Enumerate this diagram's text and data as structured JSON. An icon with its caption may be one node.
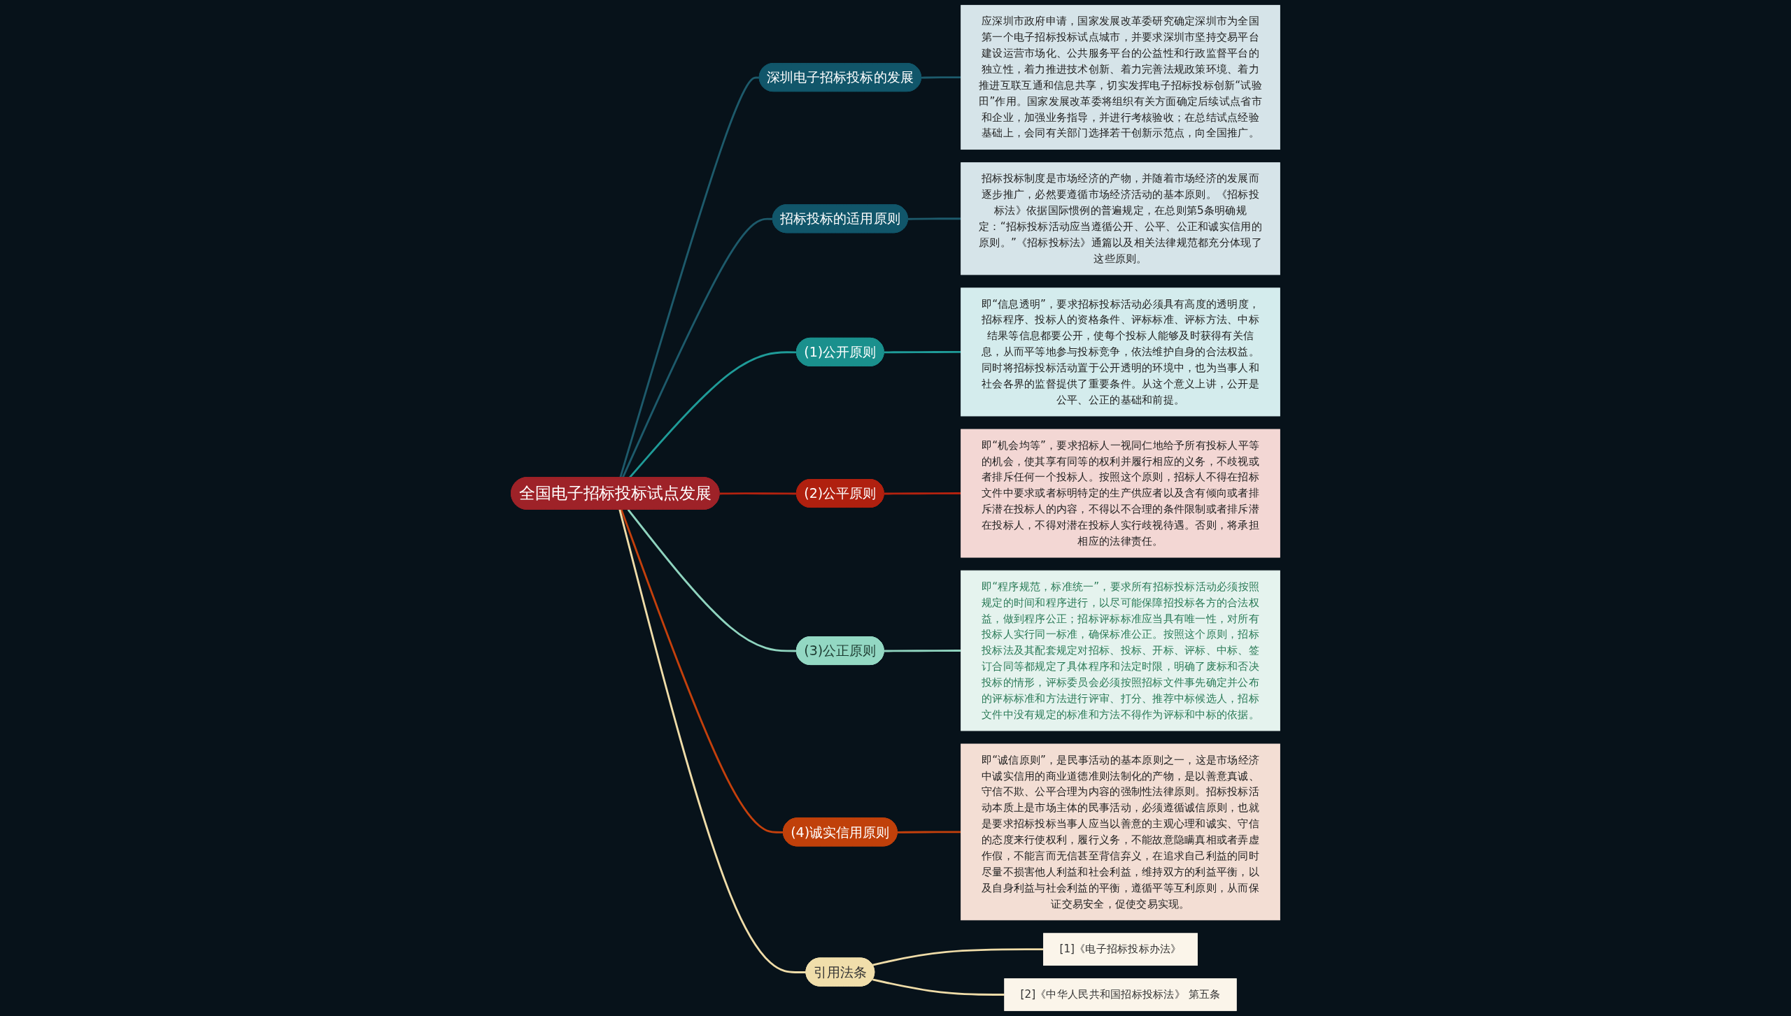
{
  "diagram": {
    "nodes": [
      {
        "text": [
          "全国电子招标投标试点发展"
        ]
      },
      {
        "text": [
          "深圳电子招标投标的发展"
        ]
      },
      {
        "text": [
          "应深圳市政府申请，国家发展改革委研究确定深圳市为全国第一个电子招标投标试点城市，并要求深圳市坚持交易平台建设运营市场化、公共服务平台的公益性和行政监督平台的独立性，着力推进技术创新、着力完善法规政策环境、着力推进互联互通和信息共享，切实发挥电子招标投标创新“试验田”作用。国家发展改革委将组织有关方面确定后续试点省市和企业，加强业务指导，并进行考核验收；在总结试点经验基础上，会同有关部门选择若干创新示范点，向全国推广。"
        ]
      },
      {
        "text": [
          "招标投标的适用原则"
        ]
      },
      {
        "text": [
          "招标投标制度是市场经济的产物，并随着市场经济的发展而逐步推广，必然要遵循市场经济活动的基本原则。《招标投标法》依据国际惯例的普遍规定，在总则第5条明确规定：“招标投标活动应当遵循公开、公平、公正和诚实信用的原则。”《招标投标法》通篇以及相关法律规范都充分体现了这些原则。"
        ]
      },
      {
        "text": [
          "(1)公开原则"
        ]
      },
      {
        "text": [
          "即“信息透明”，要求招标投标活动必须具有高度的透明度，招标程序、投标人的资格条件、评标标准、评标方法、中标结果等信息都要公开，使每个投标人能够及时获得有关信息，从而平等地参与投标竞争，依法维护自身的合法权益。同时将招标投标活动置于公开透明的环境中，也为当事人和社会各界的监督提供了重要条件。从这个意义上讲，公开是公平、公正的基础和前提。"
        ]
      },
      {
        "text": [
          "(2)公平原则"
        ]
      },
      {
        "text": [
          "即“机会均等”，要求招标人一视同仁地给予所有投标人平等的机会，使其享有同等的权利并履行相应的义务，不歧视或者排斥任何一个投标人。按照这个原则，招标人不得在招标文件中要求或者标明特定的生产供应者以及含有倾向或者排斥潜在投标人的内容，不得以不合理的条件限制或者排斥潜在投标人，不得对潜在投标人实行歧视待遇。否则，将承担相应的法律责任。"
        ]
      },
      {
        "text": [
          "(3)公正原则"
        ]
      },
      {
        "text": [
          "即“程序规范，标准统一”，要求所有招标投标活动必须按照规定的时间和程序进行，以尽可能保障招投标各方的合法权益，做到程序公正；招标评标标准应当具有唯一性，对所有投标人实行同一标准，确保标准公正。按照这个原则，招标投标法及其配套规定对招标、投标、开标、评标、中标、签订合同等都规定了具体程序和法定时限，明确了废标和否决投标的情形，评标委员会必须按照招标文件事先确定并公布的评标标准和方法进行评审、打分、推荐中标候选人，招标文件中没有规定的标准和方法不得作为评标和中标的依据。"
        ]
      },
      {
        "text": [
          "(4)诚实信用原则"
        ]
      },
      {
        "text": [
          "即“诚信原则”，是民事活动的基本原则之一，这是市场经济中诚实信用的商业道德准则法制化的产物，是以善意真诚、守信不欺、公平合理为内容的强制性法律原则。招标投标活动本质上是市场主体的民事活动，必须遵循诚信原则，也就是要求招标投标当事人应当以善意的主观心理和诚实、守信的态度来行使权利，履行义务，不能故意隐瞒真相或者弄虚作假，不能言而无信甚至背信弃义，在追求自己利益的同时尽量不损害他人利益和社会利益，维持双方的利益平衡，以及自身利益与社会利益的平衡，遵循平等互利原则，从而保证交易安全，促使交易实现。"
        ]
      },
      {
        "text": [
          "引用法条"
        ]
      },
      {
        "text": [
          "[1]《电子招标投标办法》"
        ]
      },
      {
        "text": [
          "[2]《中华人民共和国招标投标法》 第五条"
        ]
      }
    ],
    "edges": [
      {
        "from": 0,
        "to": 1,
        "arrow": "none"
      },
      {
        "from": 1,
        "to": 2,
        "arrow": "none"
      },
      {
        "from": 0,
        "to": 3,
        "arrow": "none"
      },
      {
        "from": 3,
        "to": 4,
        "arrow": "none"
      },
      {
        "from": 0,
        "to": 5,
        "arrow": "none",
        "color": "#1f9b98"
      },
      {
        "from": 5,
        "to": 6,
        "arrow": "none",
        "color": "#1f9b98"
      },
      {
        "from": 0,
        "to": 7,
        "arrow": "none",
        "color": "#b3220f"
      },
      {
        "from": 7,
        "to": 8,
        "arrow": "none",
        "color": "#b3220f"
      },
      {
        "from": 0,
        "to": 9,
        "arrow": "none",
        "color": "#8fd4bf"
      },
      {
        "from": 9,
        "to": 10,
        "arrow": "none",
        "color": "#8fd4bf"
      },
      {
        "from": 0,
        "to": 11,
        "arrow": "none",
        "color": "#c4400c"
      },
      {
        "from": 11,
        "to": 12,
        "arrow": "none",
        "color": "#c4400c"
      },
      {
        "from": 0,
        "to": 13,
        "arrow": "none",
        "color": "#efdca8"
      },
      {
        "from": 13,
        "to": 14,
        "arrow": "none",
        "color": "#efdca8"
      },
      {
        "from": 13,
        "to": 15,
        "arrow": "none",
        "color": "#efdca8"
      }
    ]
  }
}
